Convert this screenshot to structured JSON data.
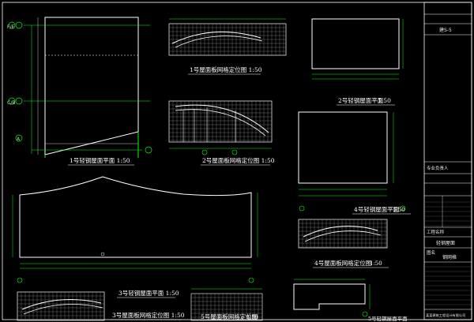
{
  "drawing_labels": {
    "plan1": "1号轻钢屋面平面  1:50",
    "grid1": "1号屋面板网格定位图  1:50",
    "plan2": "2号轻钢屋面平面",
    "grid2": "2号屋面板网格定位图  1:50",
    "plan3": "3号轻钢屋面平面   1:50",
    "grid3": "3号屋面板网格定位图   1:50",
    "plan4": "4号轻钢屋面平面",
    "grid4": "4号屋面板网格定位图",
    "grid5": "5号屋面板网格定位图",
    "plan5_partial": "5号轻钢屋面平面"
  },
  "scale_suffix": "1:50",
  "axis_markers": {
    "f_e": "F/E",
    "c_b": "C/B",
    "a": "A"
  },
  "title_block": {
    "sheet_ref": "建S-5",
    "section_label": "专业负责人",
    "project_label": "工程名称",
    "drawing_name_label": "图名",
    "drawing_name_1": "轻钢屋面",
    "drawing_name_2": "钢网格",
    "company_note": "某某建筑工程设计有限公司"
  },
  "colors": {
    "background": "#000000",
    "linework": "#ffffff",
    "dimension": "#00ff00",
    "axis": "#00ff00",
    "hatch": "#d9d9d9"
  }
}
